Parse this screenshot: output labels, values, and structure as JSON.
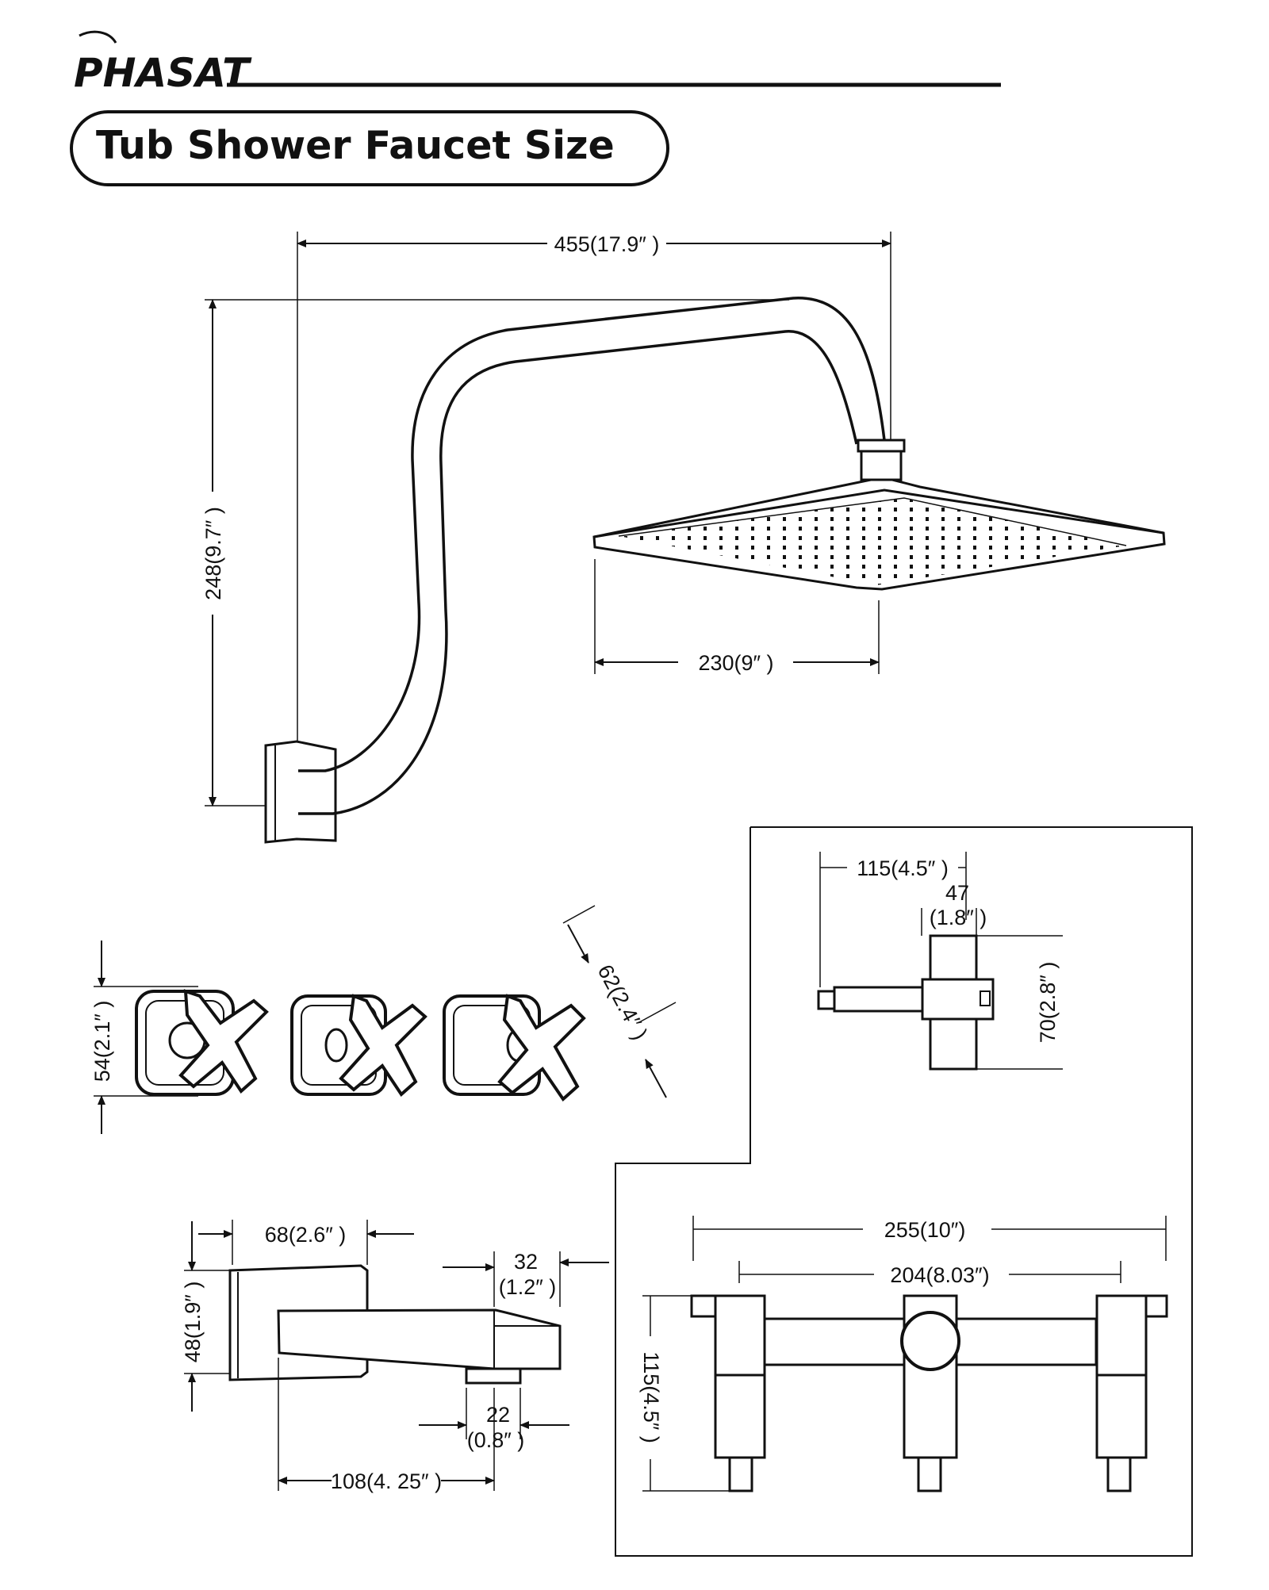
{
  "brand": {
    "logo_text": "PHASAT"
  },
  "page_title": "Tub Shower Faucet Size",
  "shower_arm": {
    "width_label": "455(17.9″ )",
    "height_label": "248(9.7″ )"
  },
  "shower_head": {
    "width_label": "230(9″ )"
  },
  "handles": {
    "height_label": "54(2.1″ )",
    "diagonal_label": "62(2.4″ )"
  },
  "valve_side": {
    "depth_label": "115(4.5″ )",
    "stem_value": "47",
    "stem_inch": "(1.8″ )",
    "height_label": "70(2.8″ )"
  },
  "tub_spout": {
    "plate_depth_label": "68(2.6″ )",
    "height_label": "48(1.9″ )",
    "tip_value": "32",
    "tip_inch": "(1.2″ )",
    "outlet_value": "22",
    "outlet_inch": "(0.8″ )",
    "length_label": "108(4. 25″ )"
  },
  "valve_front": {
    "overall_width_label": "255(10″)",
    "center_width_label": "204(8.03″)",
    "height_label": "115(4.5″ )"
  }
}
